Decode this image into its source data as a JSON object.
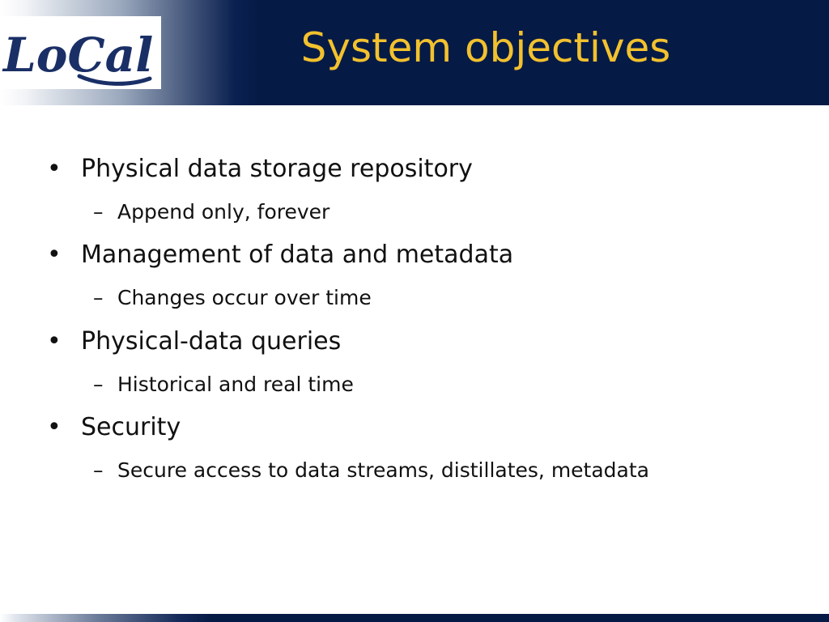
{
  "slide": {
    "title": "System objectives",
    "logo_text": "LoCal",
    "colors": {
      "header_navy": "#061a46",
      "title_gold": "#f2c12e",
      "logo_navy": "#1a2f66",
      "text": "#111111"
    },
    "bullets": [
      {
        "text": "Physical data storage repository",
        "sub": "Append only, forever"
      },
      {
        "text": "Management of data and metadata",
        "sub": "Changes occur over time"
      },
      {
        "text": "Physical-data queries",
        "sub": "Historical and real time"
      },
      {
        "text": "Security",
        "sub": "Secure access to data streams, distillates, metadata"
      }
    ],
    "bullet_glyph": "•",
    "sub_glyph": "–"
  }
}
